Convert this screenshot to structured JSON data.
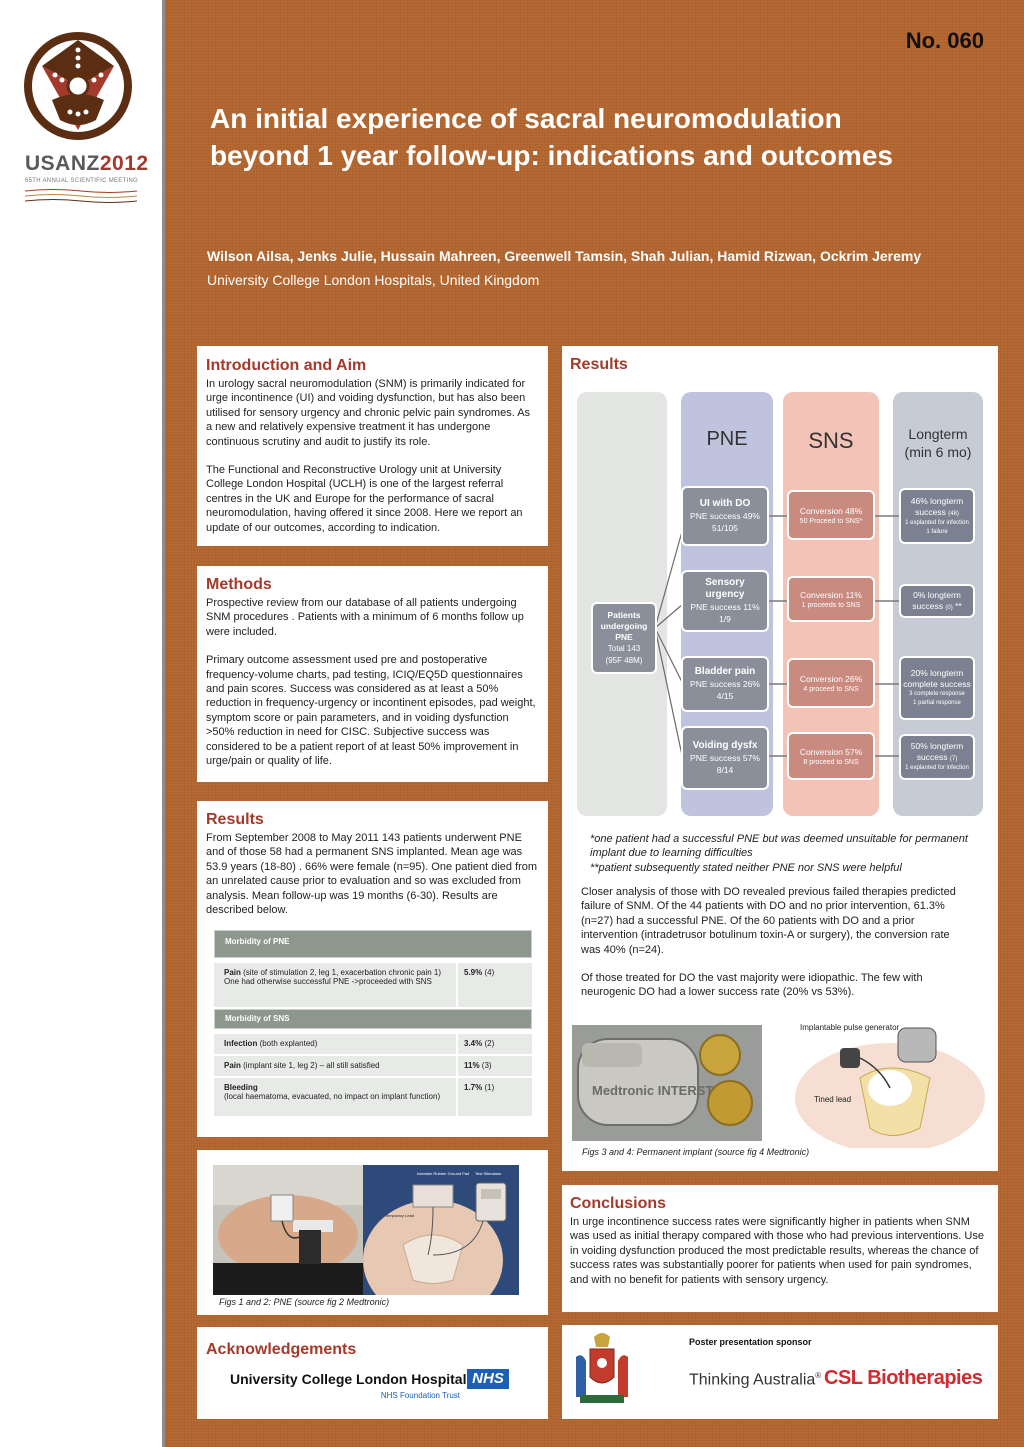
{
  "header": {
    "poster_number": "No. 060",
    "title": "An initial experience of sacral neuromodulation beyond 1 year follow-up: indications and outcomes",
    "authors": "Wilson Ailsa, Jenks Julie, Hussain Mahreen, Greenwell Tamsin, Shah Julian, Hamid Rizwan, Ockrim Jeremy",
    "affiliation": "University College London Hospitals, United Kingdom"
  },
  "logo": {
    "name": "USANZ",
    "year": "2012",
    "subtitle": "65TH ANNUAL SCIENTIFIC MEETING"
  },
  "intro": {
    "heading": "Introduction and Aim",
    "p1": "In urology sacral neuromodulation (SNM) is primarily indicated for urge incontinence (UI)  and voiding dysfunction, but has also been utilised for sensory urgency and chronic pelvic pain syndromes. As a new and relatively expensive treatment it has undergone continuous scrutiny and audit to justify its role.",
    "p2": "The Functional and Reconstructive Urology unit at University College London Hospital (UCLH) is one of the largest referral centres in the UK and Europe for the performance of sacral neuromodulation, having offered it since 2008. Here we report an update of our outcomes, according to indication."
  },
  "methods": {
    "heading": "Methods",
    "p1": "Prospective review from our database of all patients undergoing SNM procedures . Patients with  a minimum of 6 months follow up were included.",
    "p2": "Primary outcome assessment used pre and postoperative frequency-volume charts, pad testing, ICIQ/EQ5D questionnaires and pain scores. Success was considered as at least a 50% reduction in frequency-urgency or incontinent episodes, pad weight, symptom score or pain parameters, and in voiding dysfunction >50% reduction in need for CISC. Subjective success was considered to be a patient report of at least 50% improvement in urge/pain or quality of life."
  },
  "results_left": {
    "heading": "Results",
    "p1": "From September 2008 to May 2011 143 patients underwent PNE and  of those 58 had a permanent SNS implanted. Mean age was 53.9 years (18-80) . 66% were female (n=95). One patient died from an unrelated cause prior to evaluation and so was excluded from analysis. Mean follow-up was 19 months (6-30).  Results are described below."
  },
  "morbidity": {
    "pne_header": "Morbidity of PNE",
    "pne_rows": [
      {
        "label": "Pain",
        "detail": " (site of stimulation 2, leg 1, exacerbation chronic pain 1)",
        "extra": "One had otherwise successful PNE ->proceeded with SNS",
        "pct": "5.9%",
        "n": " (4)"
      }
    ],
    "sns_header": "Morbidity of SNS",
    "sns_rows": [
      {
        "label": "Infection",
        "detail": "   (both explanted)",
        "extra": "",
        "pct": "3.4%",
        "n": " (2)"
      },
      {
        "label": "Pain",
        "detail": "    (implant site 1, leg 2) – all still satisfied",
        "extra": "",
        "pct": "11%",
        "n": " (3)"
      },
      {
        "label": "Bleeding",
        "detail": "",
        "extra": "(local haematoma, evacuated, no impact on implant function)",
        "pct": "1.7%",
        "n": " (1)"
      }
    ]
  },
  "figs12": {
    "caption": "Figs 1 and 2: PNE (source fig 2 Medtronic)",
    "labels": [
      "Interstim Rubber Ground Pad",
      "Test Stimulator",
      "Temporary Lead"
    ]
  },
  "acknowledgements": {
    "heading": "Acknowledgements",
    "hospital": "University College London Hospitals",
    "nhs": "NHS",
    "trust": "NHS Foundation Trust"
  },
  "results_right": {
    "heading": "Results",
    "note1": "*one patient had a successful PNE but was deemed unsuitable for permanent implant due to learning difficulties",
    "note2": "**patient subsequently stated neither PNE nor SNS were helpful",
    "p1": "Closer analysis of those with DO revealed previous failed therapies predicted failure of SNM. Of the 44 patients with DO and no prior intervention, 61.3% (n=27) had a successful PNE. Of the 60 patients with DO and a prior intervention (intradetrusor botulinum toxin-A or surgery), the conversion rate was 40% (n=24).",
    "p2": "Of those treated for DO the vast majority were idiopathic. The few with neurogenic DO had a lower success rate (20% vs 53%)."
  },
  "flow": {
    "col_pne": "PNE",
    "col_sns": "SNS",
    "col_long": "Longterm",
    "col_long2": "(min 6 mo)",
    "root": {
      "t": "Patients undergoing PNE",
      "s1": "Total 143",
      "s2": "(95F 48M)"
    },
    "pne": [
      {
        "t": "UI with DO",
        "s1": "PNE success 49%",
        "s2": "51/105"
      },
      {
        "t": "Sensory urgency",
        "s1": "PNE success 11%",
        "s2": "1/9"
      },
      {
        "t": "Bladder pain",
        "s1": "PNE success 26%",
        "s2": "4/15"
      },
      {
        "t": "Voiding dysfx",
        "s1": "PNE success 57%",
        "s2": "8/14"
      }
    ],
    "sns": [
      {
        "s1": "Conversion 48%",
        "s2": "50 Proceed to SNS*"
      },
      {
        "s1": "Conversion 11%",
        "s2": "1 proceeds to SNS"
      },
      {
        "s1": "Conversion 26%",
        "s2": "4 proceed to SNS"
      },
      {
        "s1": "Conversion 57%",
        "s2": "8 proceed to SNS"
      }
    ],
    "long": [
      {
        "s1": "46% longterm success",
        "n": "(48)",
        "x1": "1 explanted for infection",
        "x2": "1 failure"
      },
      {
        "s1": "0% longterm success",
        "n": "(0)",
        "x1": "**",
        "x2": ""
      },
      {
        "s1": "20% longterm complete success",
        "n": "",
        "x1": "3 complete response",
        "x2": "1 partial response"
      },
      {
        "s1": "50%  longterm success",
        "n": "(7)",
        "x1": "1 explanted for infection",
        "x2": ""
      }
    ],
    "colors": {
      "root": "#e3e5e3",
      "pne": "#bfc3de",
      "sns": "#f3c3b8",
      "long": "#c7cbd6",
      "box_pne": "#8a8f9a",
      "box_sns": "#c98a80",
      "box_long": "#7b8190"
    }
  },
  "figs34": {
    "caption": "Figs 3 and 4: Permanent implant (source fig 4 Medtronic)",
    "device_text": "Medtronic INTERSTIM II",
    "label_gen": "Implantable pulse generator",
    "label_lead": "Tined lead"
  },
  "conclusions": {
    "heading": "Conclusions",
    "p1": "In urge incontinence success rates were significantly higher in patients when SNM was used as initial therapy compared with those who had previous interventions. Use in voiding dysfunction produced the most  predictable results, whereas the chance of success rates was substantially poorer for patients when used for pain syndromes, and with no benefit for patients with sensory urgency."
  },
  "sponsor": {
    "label": "Poster presentation sponsor",
    "thinking": "Thinking Australia",
    "reg": "®",
    "csl": "CSL Biotherapies"
  }
}
